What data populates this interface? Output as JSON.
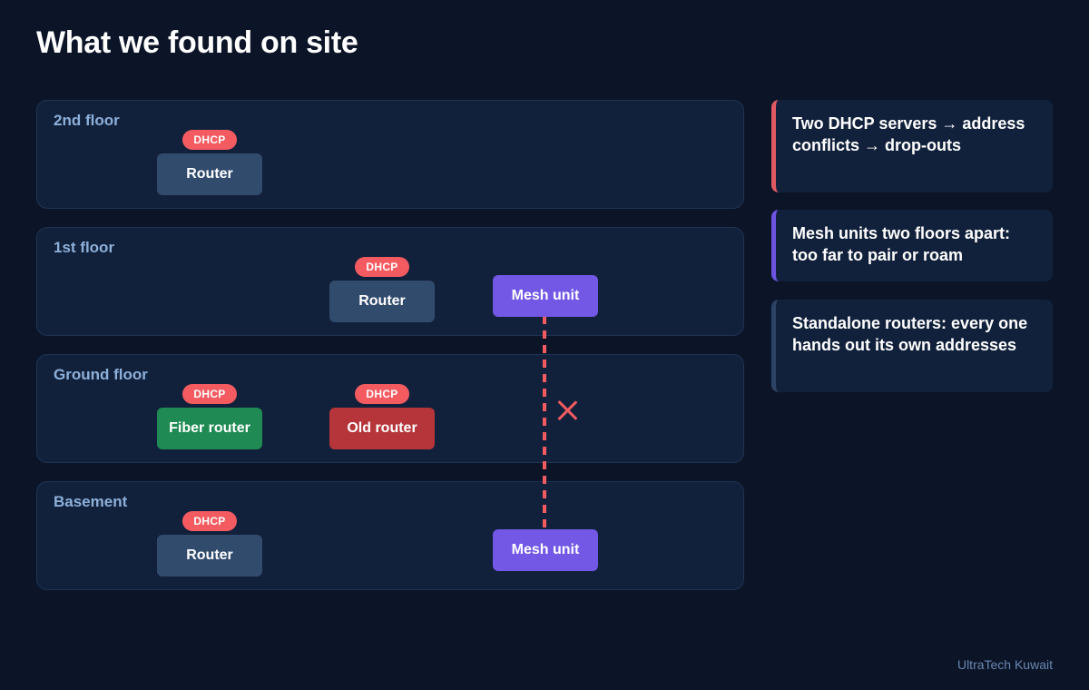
{
  "title": "What we found on site",
  "floors": [
    {
      "label": "2nd floor",
      "devices": [
        {
          "label": "Router",
          "badge": "DHCP"
        }
      ]
    },
    {
      "label": "1st floor",
      "devices": [
        {
          "label": "Router",
          "badge": "DHCP"
        },
        {
          "label": "Mesh unit"
        }
      ]
    },
    {
      "label": "Ground floor",
      "devices": [
        {
          "label": "Fiber router",
          "badge": "DHCP"
        },
        {
          "label": "Old router",
          "badge": "DHCP"
        }
      ]
    },
    {
      "label": "Basement",
      "devices": [
        {
          "label": "Router",
          "badge": "DHCP"
        },
        {
          "label": "Mesh unit"
        }
      ]
    }
  ],
  "notes": [
    {
      "text": "Two DHCP servers → address conflicts → drop-outs",
      "accent": "#e05a63"
    },
    {
      "text": "Mesh units two floors apart: too far to pair or roam",
      "accent": "#6c54e0"
    },
    {
      "text": "Standalone routers: every one hands out its own addresses",
      "accent": "#2d4365"
    }
  ],
  "brand": "UltraTech Kuwait",
  "colors": {
    "background": "#0c1527",
    "panel": "#12213b",
    "router": "#314b6d",
    "fiber_router": "#1f8a53",
    "old_router": "#b5353b",
    "mesh_unit": "#7358e6",
    "dhcp_badge": "#f35b61",
    "floor_label": "#8db0da"
  },
  "icons": {
    "broken_link": "cross-icon"
  }
}
